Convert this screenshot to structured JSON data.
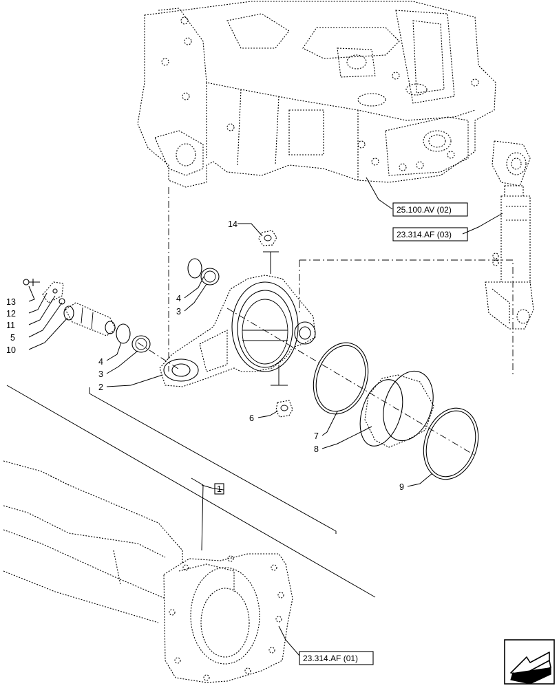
{
  "callouts": {
    "c1": "1",
    "c2": "2",
    "c3a": "3",
    "c3b": "3",
    "c4a": "4",
    "c4b": "4",
    "c5": "5",
    "c6": "6",
    "c7": "7",
    "c8": "8",
    "c9": "9",
    "c10": "10",
    "c11": "11",
    "c12": "12",
    "c13": "13",
    "c14": "14"
  },
  "references": {
    "ref_25100av02": "25.100.AV (02)",
    "ref_23314af03": "23.314.AF (03)",
    "ref_23314af01": "23.314.AF (01)"
  },
  "icons": {
    "nav": "previous-page-arrow-icon"
  }
}
